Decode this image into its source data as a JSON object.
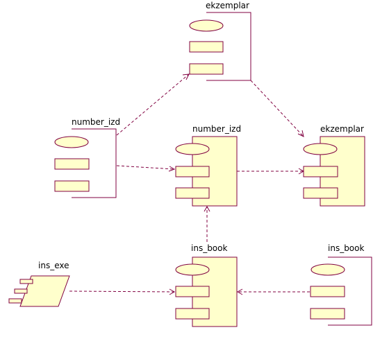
{
  "colors": {
    "stroke": "#800040",
    "fill": "#ffffcc",
    "background": "#ffffff"
  },
  "components": [
    {
      "id": "ekzemplar_spec",
      "label": "ekzemplar",
      "kind": "specification"
    },
    {
      "id": "number_izd_spec",
      "label": "number_izd",
      "kind": "specification"
    },
    {
      "id": "number_izd_body",
      "label": "number_izd",
      "kind": "body"
    },
    {
      "id": "ekzemplar_body",
      "label": "ekzemplar",
      "kind": "body"
    },
    {
      "id": "ins_exe",
      "label": "ins_exe",
      "kind": "executable"
    },
    {
      "id": "ins_book_body",
      "label": "ins_book",
      "kind": "body"
    },
    {
      "id": "ins_book_spec",
      "label": "ins_book",
      "kind": "specification"
    }
  ],
  "dependencies": [
    {
      "from": "number_izd_spec",
      "to": "ekzemplar_spec"
    },
    {
      "from": "ekzemplar_spec",
      "to": "ekzemplar_body"
    },
    {
      "from": "number_izd_spec",
      "to": "number_izd_body"
    },
    {
      "from": "number_izd_body",
      "to": "ekzemplar_body"
    },
    {
      "from": "ins_book_body",
      "to": "number_izd_body"
    },
    {
      "from": "ins_exe",
      "to": "ins_book_body"
    },
    {
      "from": "ins_book_spec",
      "to": "ins_book_body"
    }
  ]
}
